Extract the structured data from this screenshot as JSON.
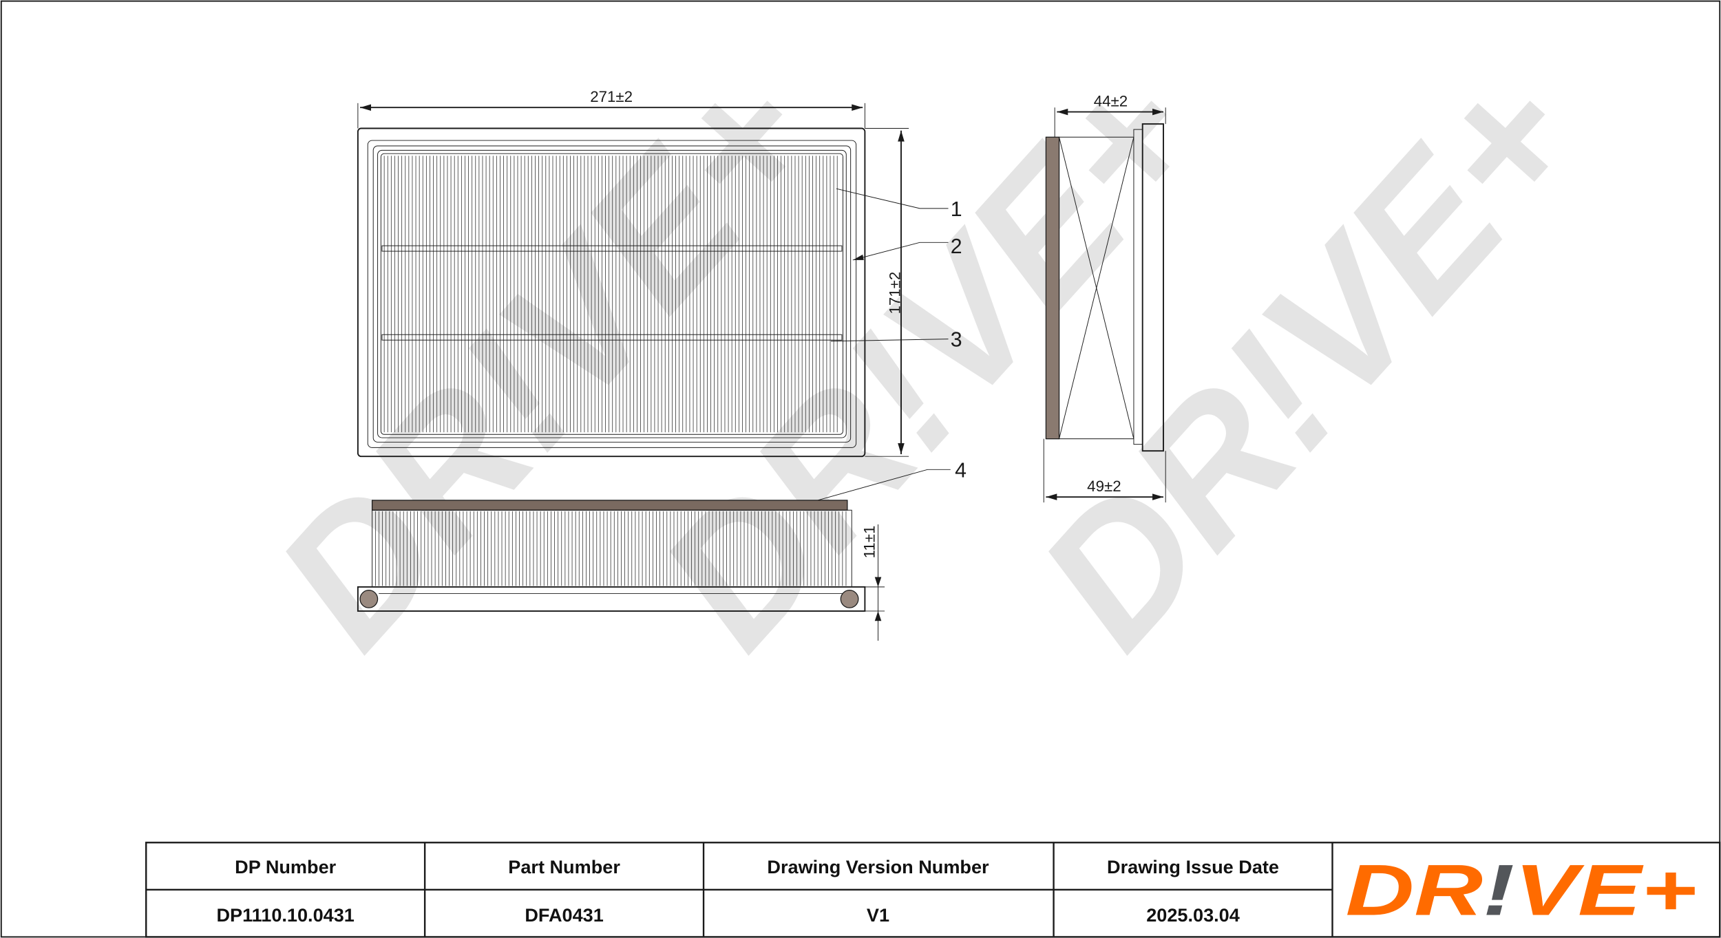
{
  "drawing": {
    "dimensions": {
      "length": "271±2",
      "width": "171±2",
      "depth_top": "44±2",
      "depth_bottom": "49±2",
      "seal_height": "11±1"
    },
    "callouts": [
      "1",
      "2",
      "3",
      "4"
    ],
    "watermark": "DR!VE+"
  },
  "title_block": {
    "headers": [
      "DP Number",
      "Part Number",
      "Drawing Version Number",
      "Drawing Issue Date"
    ],
    "values": [
      "DP1110.10.0431",
      "DFA0431",
      "V1",
      "2025.03.04"
    ]
  },
  "logo": {
    "text_left": "DR",
    "text_mark": "!",
    "text_right": "VE+",
    "accent": "#ff6b00",
    "mark_color": "#53565a"
  }
}
